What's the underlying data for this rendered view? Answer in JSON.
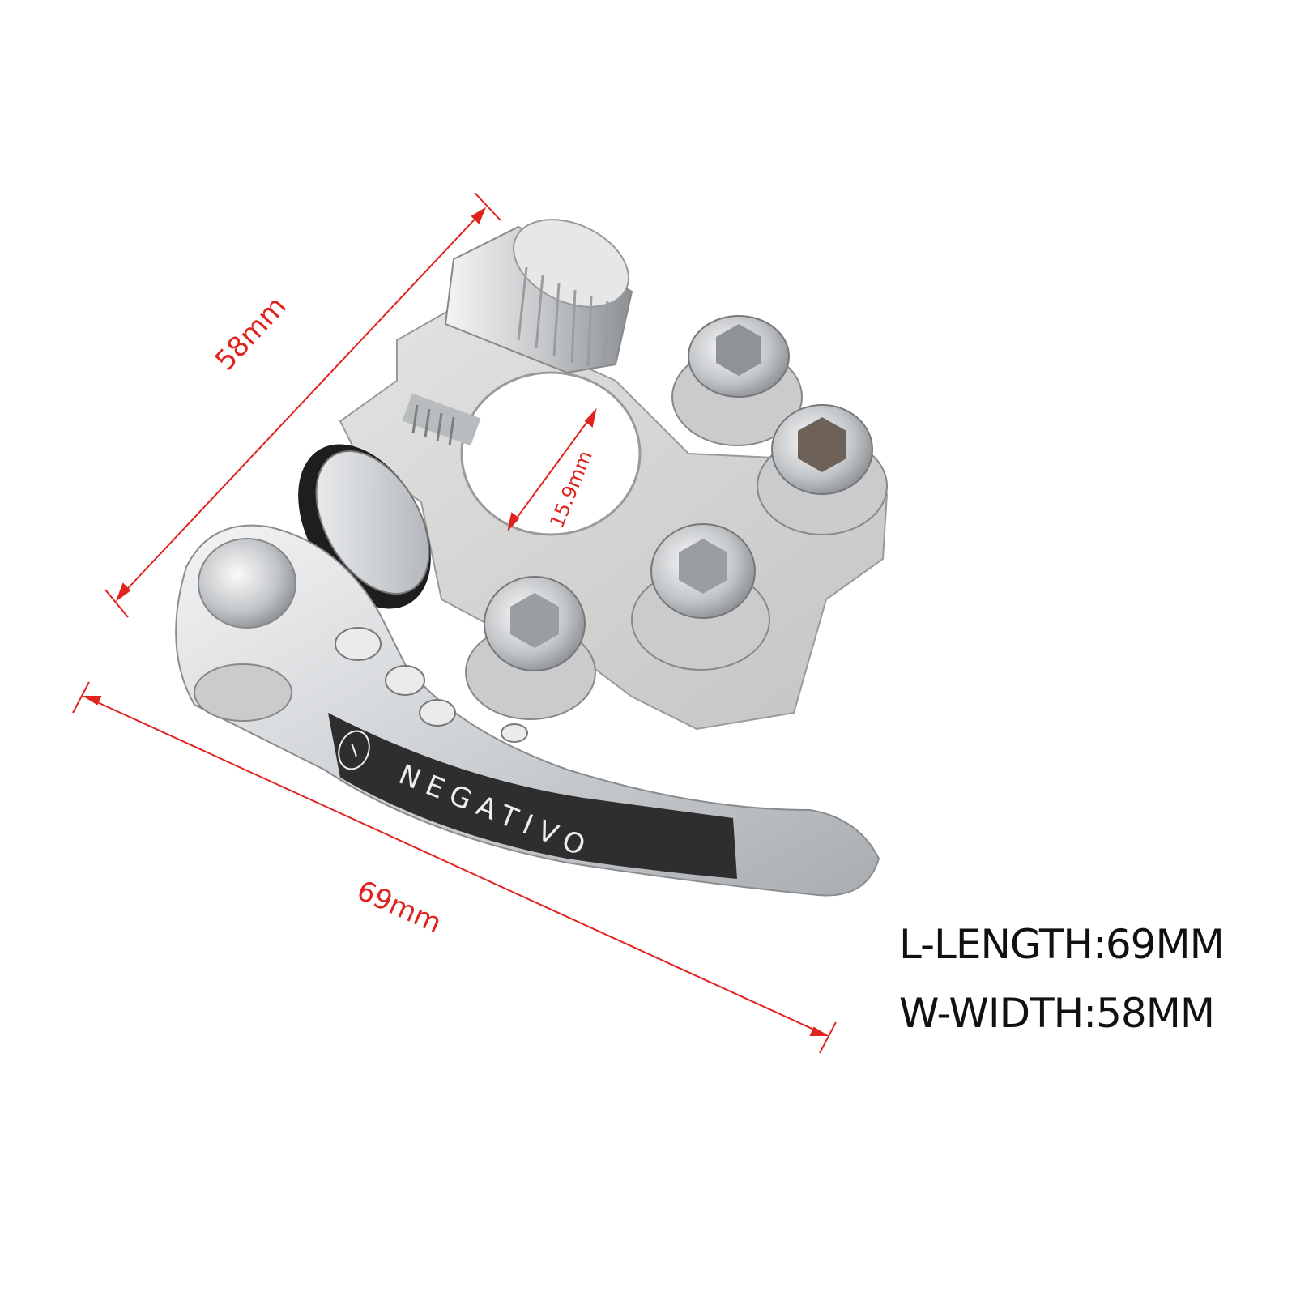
{
  "dimensions": {
    "width_label": "58mm",
    "length_label": "69mm",
    "inner_diameter_label": "15.9mm"
  },
  "specs": {
    "length": "L-LENGTH:69MM",
    "width": "W-WIDTH:58MM"
  },
  "product": {
    "lever_text": "NEGATIVO",
    "lever_symbol": "−"
  },
  "colors": {
    "dimension_line": "#e0231f",
    "metal": "#d6d8da",
    "label_band": "#2e2e2e"
  }
}
